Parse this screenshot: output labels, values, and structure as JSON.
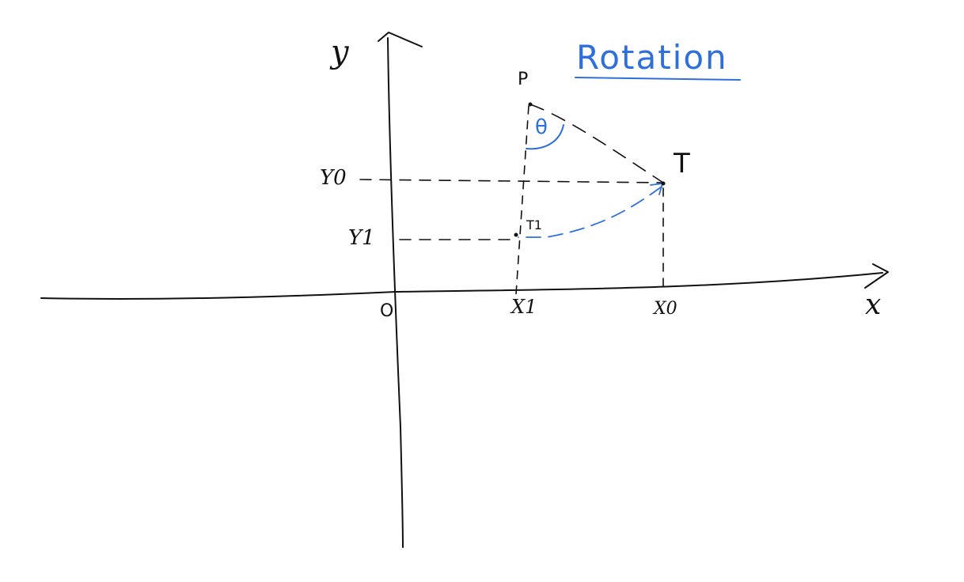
{
  "title": "Rotation",
  "axes": {
    "x_label": "x",
    "y_label": "y",
    "origin_label": "O"
  },
  "points": {
    "p_label": "P",
    "t_label": "T",
    "t1_label": "T1"
  },
  "ticks": {
    "x1_label": "X1",
    "x0_label": "X0",
    "y0_label": "Y0",
    "y1_label": "Y1"
  },
  "angle_label": "θ",
  "colors": {
    "ink": "#111111",
    "accent": "#2f6fdc"
  }
}
